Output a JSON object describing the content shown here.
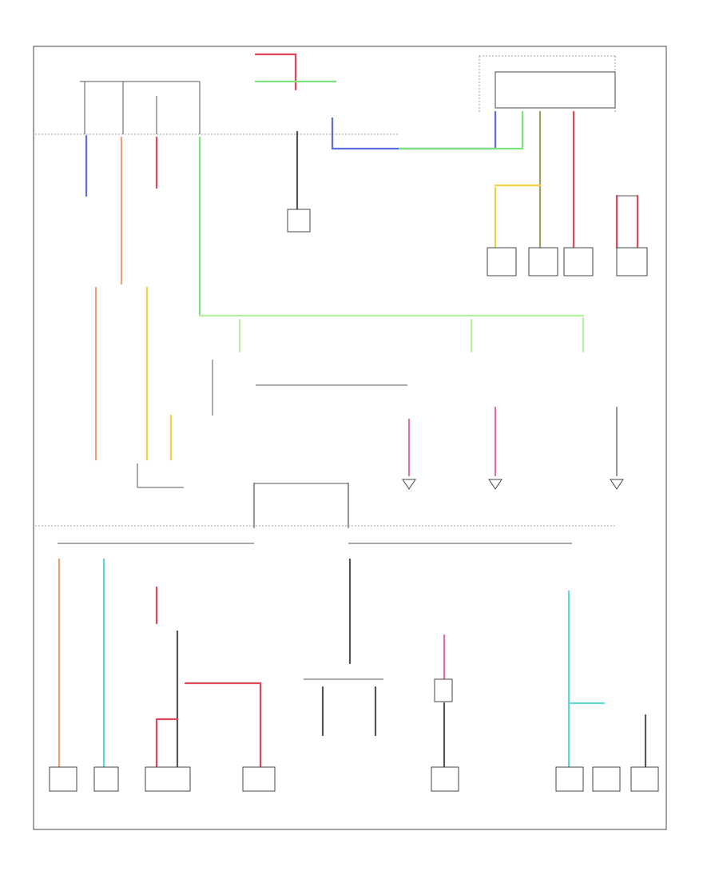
{
  "diagram": {
    "corner_label": "",
    "colors": {
      "red": "#e0485a",
      "green": "#7de27d",
      "blue": "#5a6ee0",
      "yellow": "#f0d040",
      "orange": "#f0a070",
      "pink": "#e070b0",
      "cyan": "#60d8d8",
      "lightgreen": "#b8f0a0",
      "gray": "#9a9a9a",
      "olive": "#a0a060",
      "darkline": "#555555"
    },
    "labels": [],
    "components": [
      {
        "id": "rear-lamp-box-1",
        "label": ""
      },
      {
        "id": "rear-lamp-box-2",
        "label": ""
      },
      {
        "id": "right-lamp",
        "label": ""
      },
      {
        "id": "left-lamp",
        "label": ""
      },
      {
        "id": "horn-1",
        "label": ""
      },
      {
        "id": "horn-2",
        "label": ""
      },
      {
        "id": "horn-3",
        "label": ""
      },
      {
        "id": "lower-box-1",
        "label": ""
      },
      {
        "id": "lower-box-2",
        "label": ""
      },
      {
        "id": "lower-box-3",
        "label": ""
      },
      {
        "id": "lower-box-4",
        "label": ""
      },
      {
        "id": "lower-box-5",
        "label": ""
      },
      {
        "id": "lower-box-6",
        "label": ""
      },
      {
        "id": "lower-box-7",
        "label": ""
      },
      {
        "id": "lower-box-8",
        "label": ""
      }
    ]
  }
}
